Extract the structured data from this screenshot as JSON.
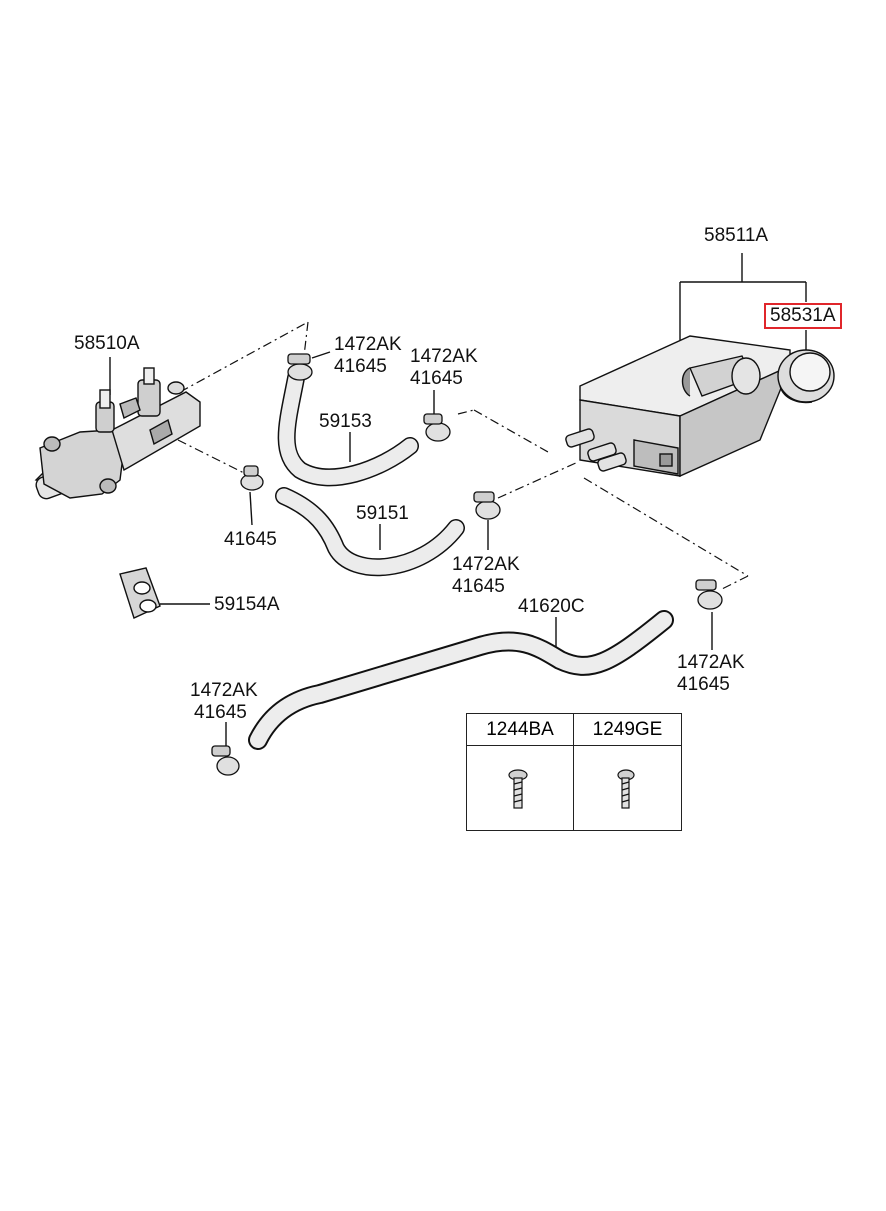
{
  "labels": {
    "reservoir_assy": "58511A",
    "cap": "58531A",
    "master_cylinder": "58510A",
    "clamp_top_a1": "1472AK",
    "clamp_top_a2": "41645",
    "clamp_top_b1": "1472AK",
    "clamp_top_b2": "41645",
    "hose_upper": "59153",
    "clamp_left": "41645",
    "hose_middle": "59151",
    "clamp_mid_1": "1472AK",
    "clamp_mid_2": "41645",
    "grommet": "59154A",
    "pipe_long": "41620C",
    "clamp_right_1": "1472AK",
    "clamp_right_2": "41645",
    "clamp_lower_1": "1472AK",
    "clamp_lower_2": "41645"
  },
  "fastener_table": {
    "col1_label": "1244BA",
    "col2_label": "1249GE"
  },
  "colors": {
    "highlight": "#e0262b",
    "line": "#111111",
    "part_fill": "#dcdcdc",
    "part_dark": "#9a9a9a"
  }
}
